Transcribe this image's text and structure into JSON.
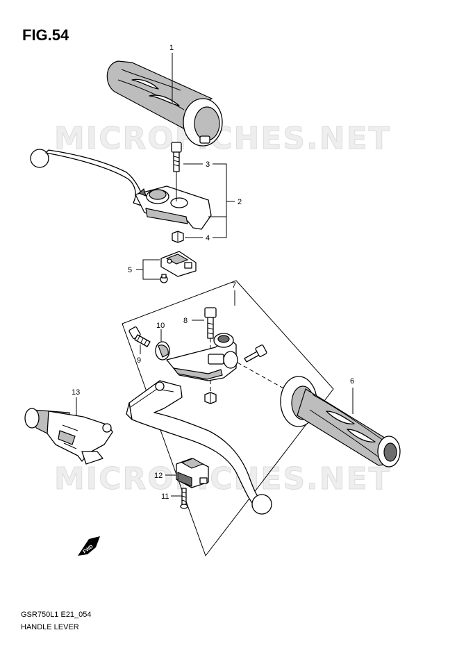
{
  "figure": {
    "title": "FIG.54",
    "code": "GSR750L1 E21_054",
    "caption": "HANDLE LEVER"
  },
  "watermark": "MICROFICHES.NET",
  "fwd_label": "FWD",
  "callouts": [
    "1",
    "2",
    "3",
    "4",
    "5",
    "6",
    "7",
    "8",
    "9",
    "10",
    "11",
    "12",
    "13"
  ],
  "colors": {
    "line": "#000000",
    "shade": "#bdbdbd",
    "dark": "#6d6d6d",
    "watermark": "#dcdcdc"
  }
}
